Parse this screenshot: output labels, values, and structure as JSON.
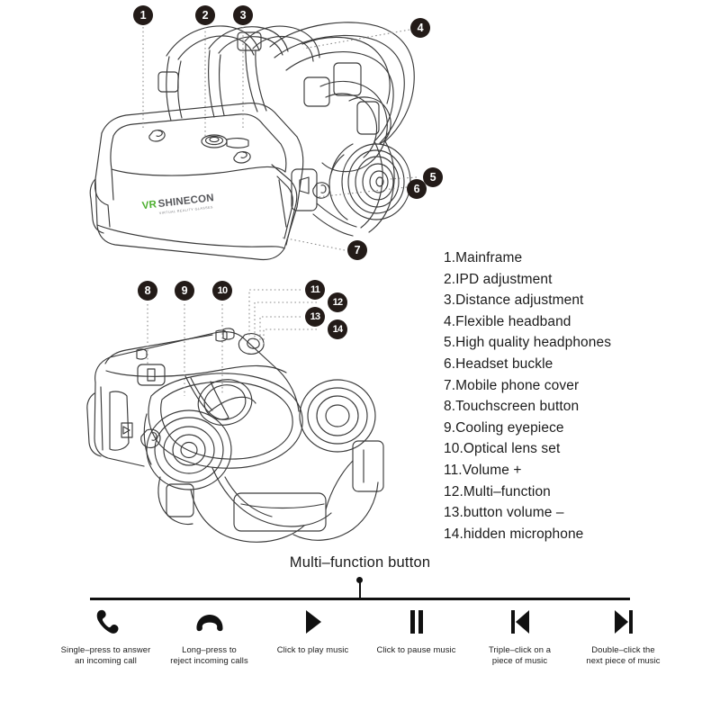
{
  "product": {
    "brand_primary": "VR",
    "brand_secondary": "SHINECON",
    "brand_tagline": "VIRTUAL REALITY GLASSES",
    "brand_primary_color": "#4caf2f",
    "brand_secondary_color": "#55565a"
  },
  "callouts": {
    "top_view": [
      "1",
      "2",
      "3",
      "4",
      "5",
      "6",
      "7"
    ],
    "rear_view": [
      "8",
      "9",
      "10",
      "11",
      "12",
      "13",
      "14"
    ]
  },
  "legend": {
    "items": [
      "1.Mainframe",
      "2.IPD adjustment",
      "3.Distance adjustment",
      "4.Flexible headband",
      "5.High quality headphones",
      "6.Headset buckle",
      "7.Mobile phone cover",
      "8.Touchscreen button",
      "9.Cooling eyepiece",
      "10.Optical lens set",
      "11.Volume +",
      "12.Multi–function",
      "13.button volume –",
      "14.hidden microphone"
    ]
  },
  "multifunction": {
    "title": "Multi–function button",
    "controls": [
      {
        "icon": "phone-answer-icon",
        "caption": "Single–press to answer\nan incoming call"
      },
      {
        "icon": "phone-hangup-icon",
        "caption": "Long–press to\nreject incoming calls"
      },
      {
        "icon": "play-icon",
        "caption": "Click to play music"
      },
      {
        "icon": "pause-icon",
        "caption": "Click to pause music"
      },
      {
        "icon": "previous-track-icon",
        "caption": "Triple–click on a\npiece of music"
      },
      {
        "icon": "next-track-icon",
        "caption": "Double–click the\nnext piece of music"
      }
    ]
  },
  "colors": {
    "background": "#ffffff",
    "line_art": "#3a3a3a",
    "badge_fill": "#231b18",
    "text": "#1b1b1b"
  }
}
